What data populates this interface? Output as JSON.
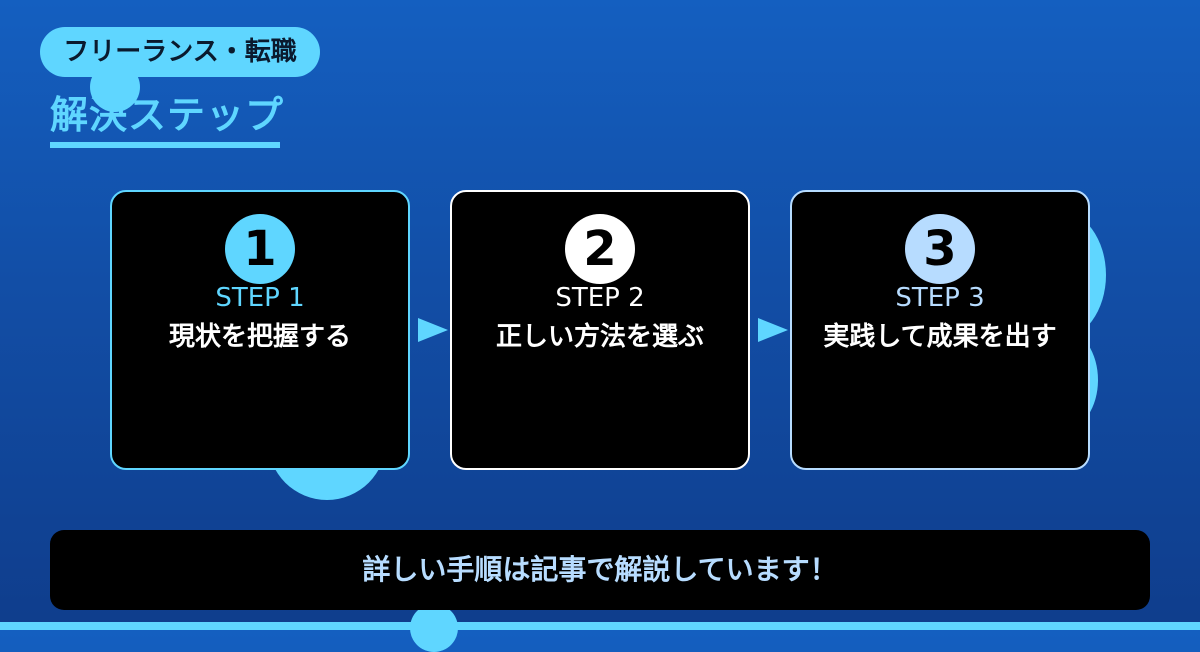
{
  "header": {
    "category_tag": "フリーランス・転職",
    "title": "解決ステップ"
  },
  "colors": {
    "background_top": "#145fc0",
    "background_bottom": "#0f3d8c",
    "accent": "#5fd6ff",
    "card_background": "#000000",
    "step1_border": "#5fd6ff",
    "step2_border": "#ffffff",
    "step3_border": "#b7dcff"
  },
  "steps": [
    {
      "number": "1",
      "label": "STEP 1",
      "description": "現状を把握する"
    },
    {
      "number": "2",
      "label": "STEP 2",
      "description": "正しい方法を選ぶ"
    },
    {
      "number": "3",
      "label": "STEP 3",
      "description": "実践して成果を出す"
    }
  ],
  "footer": {
    "banner_text": "詳しい手順は記事で解説しています！"
  }
}
